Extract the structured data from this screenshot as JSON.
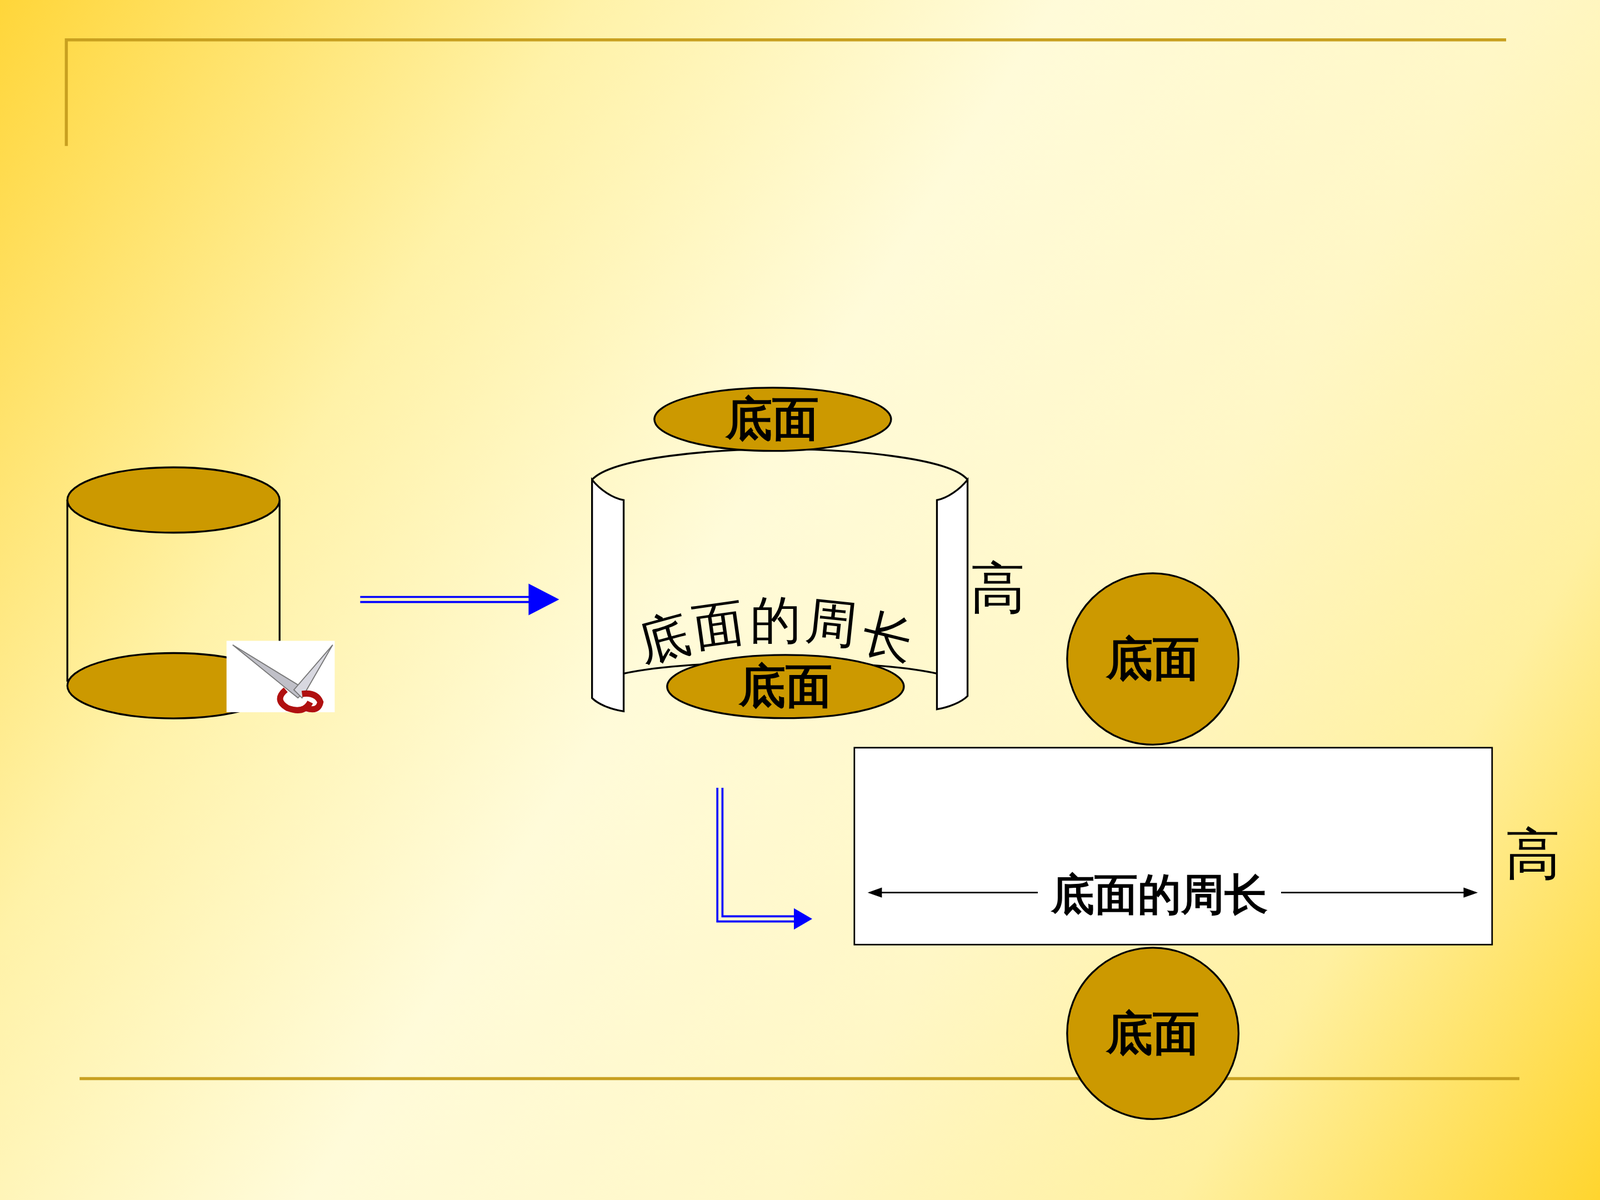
{
  "diagram": {
    "nodes": [
      {
        "text": [
          "底面"
        ]
      },
      {
        "text": [
          "底面的周长"
        ]
      },
      {
        "text": [
          "底面"
        ]
      },
      {
        "text": [
          "底面"
        ]
      },
      {
        "text": [
          "底面的周长"
        ]
      },
      {
        "text": [
          "底面"
        ]
      }
    ],
    "labels": [
      "高",
      "高"
    ]
  }
}
